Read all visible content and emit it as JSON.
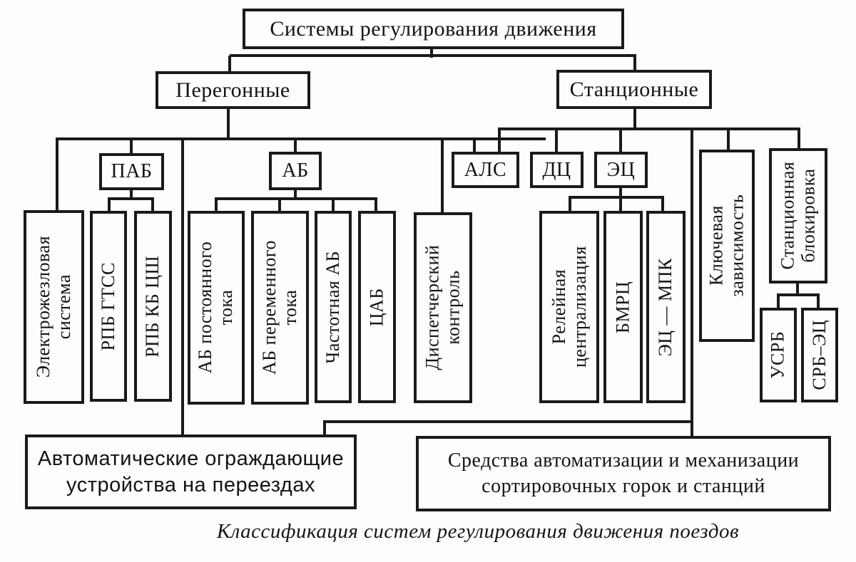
{
  "figure": {
    "caption": "Классификация систем регулирования движения поездов"
  },
  "nodes": {
    "root": "Системы регулирования движения",
    "peregonnye": "Перегонные",
    "stantsionnye": "Станционные",
    "pab": "ПАБ",
    "ab": "АБ",
    "als": "АЛС",
    "dc": "ДЦ",
    "ec": "ЭЦ",
    "electrozhezl": "Электрожезловая\nсистема",
    "rpb_gtss": "РПБ ГТСС",
    "rpb_kb_csh": "РПБ КБ ЦШ",
    "ab_post": "АБ постоянного\nтока",
    "ab_perem": "АБ переменного\nтока",
    "chastotnaya_ab": "Частотная АБ",
    "cab": "ЦАБ",
    "disp_kontrol": "Диспетчерский\nконтроль",
    "rel_centralizaciya": "Релейная\nцентрализация",
    "bmrc": "БМРЦ",
    "ec_mpk": "ЭЦ — МПК",
    "klyuchevaya": "Ключевая\nзависимость",
    "stanc_blokirovka": "Станционная\nблокировка",
    "usrb": "УСРБ",
    "srb_ec": "СРБ–ЭЦ",
    "pereezd": "Автоматические ограждающие\nустройства на переездах",
    "sortirovka": "Средства автоматизации и механизации\nсортировочных горок и станций"
  },
  "colors": {
    "ink": "#1a1a1a",
    "paper": "#fdfdfc"
  }
}
